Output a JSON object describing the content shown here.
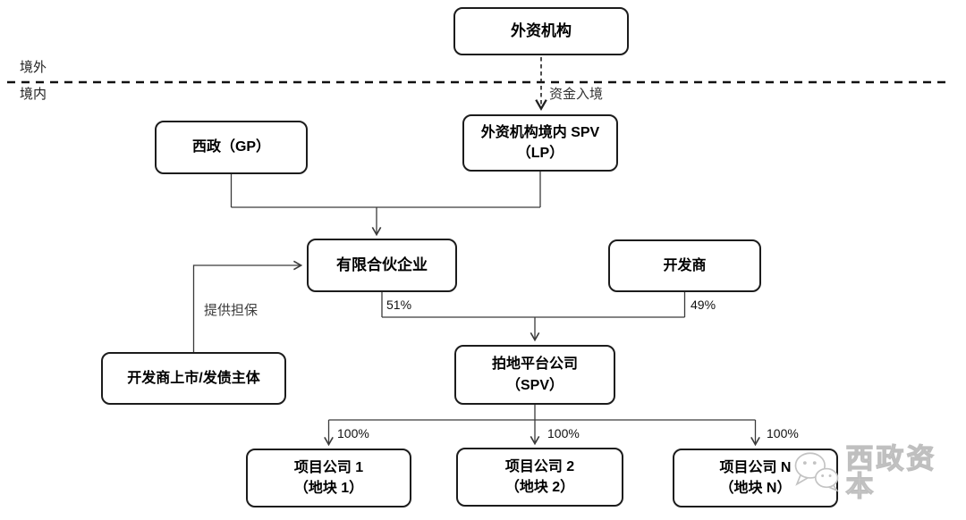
{
  "diagram": {
    "type": "org-structure-flowchart",
    "colors": {
      "box_border": "#1c1c1c",
      "connector_line": "#3a3a3a",
      "watermark": "#bfbfbf",
      "background": "#ffffff"
    }
  },
  "nodes": {
    "foreign_institution": {
      "label": "外资机构"
    },
    "xizheng_gp": {
      "label": "西政（GP）"
    },
    "foreign_spv": {
      "line1": "外资机构境内 SPV",
      "line2": "（LP）"
    },
    "limited_partnership": {
      "label": "有限合伙企业"
    },
    "developer": {
      "label": "开发商"
    },
    "developer_listed_entity": {
      "label": "开发商上市/发债主体"
    },
    "land_platform": {
      "line1": "拍地平台公司",
      "line2": "（SPV）"
    },
    "project_company_1": {
      "line1": "项目公司 1",
      "line2": "（地块 1）"
    },
    "project_company_2": {
      "line1": "项目公司 2",
      "line2": "（地块 2）"
    },
    "project_company_n": {
      "line1": "项目公司 N",
      "line2": "（地块 N）"
    }
  },
  "labels": {
    "offshore": "境外",
    "onshore": "境内",
    "capital_inbound": "资金入境",
    "provide_guarantee": "提供担保",
    "lp_share": "51%",
    "developer_share": "49%",
    "project1_share": "100%",
    "project2_share": "100%",
    "projectn_share": "100%"
  },
  "watermark": {
    "icon": "wechat-icon",
    "text": "西政资本"
  }
}
